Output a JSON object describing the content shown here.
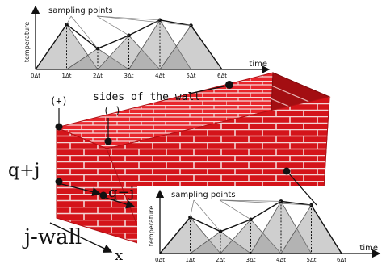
{
  "top_plot": {
    "title": "sampling points",
    "ylabel": "temperature",
    "xlabel": "time",
    "ticks": [
      "0Δt",
      "1Δt",
      "2Δt",
      "3Δt",
      "4Δt",
      "5Δt",
      "6Δt"
    ],
    "samples": [
      0,
      0.82,
      0.38,
      0.62,
      0.9,
      0.8,
      0
    ]
  },
  "bottom_plot": {
    "title": "sampling points",
    "ylabel": "temperature",
    "xlabel": "time",
    "ticks": [
      "0Δt",
      "1Δt",
      "2Δt",
      "3Δt",
      "4Δt",
      "5Δt",
      "6Δt"
    ],
    "samples": [
      0,
      0.66,
      0.4,
      0.62,
      0.95,
      0.88,
      0
    ]
  },
  "wall": {
    "sides_label": "sides of the wall",
    "plus_label": "(+)",
    "minus_label": "(-)",
    "q_plus_label": "q+j",
    "q_minus_label": "q−j",
    "wall_label": "j-wall",
    "x_label": "x",
    "brick_color": "#d4141a",
    "mortar_color": "#f3d3d3",
    "side_color": "#a30e12",
    "top_color": "#e8262c"
  }
}
